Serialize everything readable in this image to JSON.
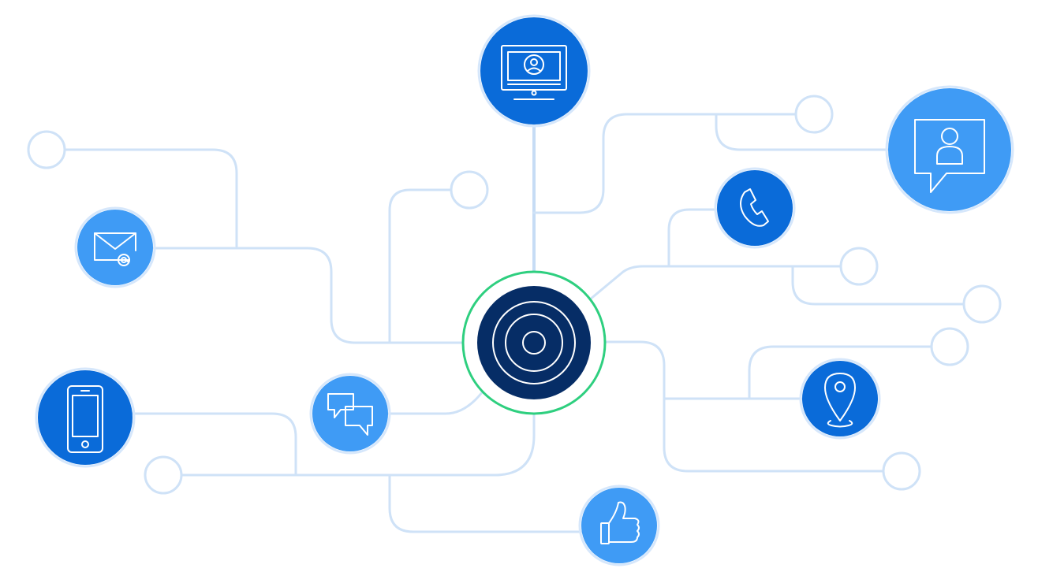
{
  "colors": {
    "connector": "#cfe2f7",
    "endpoint_fill": "#ffffff",
    "primary_blue": "#0a6bd9",
    "light_blue": "#3f9bf5",
    "hub_navy": "#062d66",
    "hub_ring": "#2ecf7f"
  },
  "hub": {
    "name": "target-hub",
    "icon": "target-icon"
  },
  "nodes": [
    {
      "name": "monitor-node",
      "icon": "monitor-user-icon",
      "shade": "primary"
    },
    {
      "name": "profile-chat-node",
      "icon": "profile-speech-bubble-icon",
      "shade": "light"
    },
    {
      "name": "phone-call-node",
      "icon": "phone-handset-icon",
      "shade": "primary"
    },
    {
      "name": "email-node",
      "icon": "email-at-icon",
      "shade": "light"
    },
    {
      "name": "chat-node",
      "icon": "chat-bubbles-icon",
      "shade": "light"
    },
    {
      "name": "smartphone-node",
      "icon": "smartphone-icon",
      "shade": "primary"
    },
    {
      "name": "location-node",
      "icon": "location-pin-icon",
      "shade": "primary"
    },
    {
      "name": "like-node",
      "icon": "thumbs-up-icon",
      "shade": "light"
    }
  ]
}
